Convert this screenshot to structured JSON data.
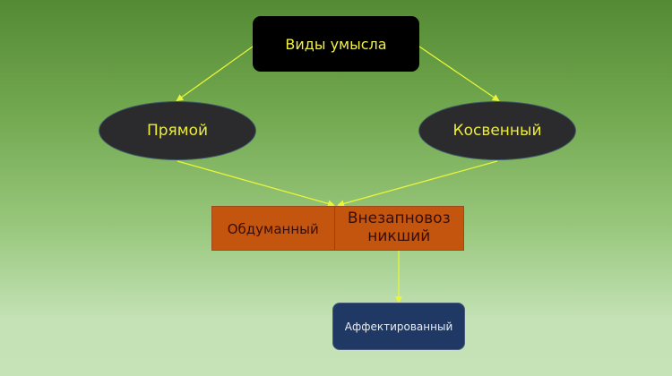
{
  "diagram": {
    "root": {
      "label": "Виды умысла",
      "bg": "#000000",
      "text_color": "#f2f04a"
    },
    "level2": [
      {
        "label": "Прямой",
        "shape": "ellipse",
        "bg": "#2b2b2e",
        "text_color": "#ecec3a"
      },
      {
        "label": "Косвенный",
        "shape": "ellipse",
        "bg": "#2b2b2e",
        "text_color": "#ecec3a"
      }
    ],
    "level3": {
      "cells": [
        {
          "label": "Обдуманный"
        },
        {
          "label": "Внезапновоз никший"
        }
      ],
      "bg": "#c4550f",
      "text_color": "#3a0e05"
    },
    "level4": {
      "label": "Аффектированный",
      "bg": "#1f3864",
      "text_color": "#e6ecf5"
    },
    "connector_color": "#e8f53a",
    "background": {
      "top": "#558a35",
      "bottom": "#c6e3b8"
    }
  }
}
